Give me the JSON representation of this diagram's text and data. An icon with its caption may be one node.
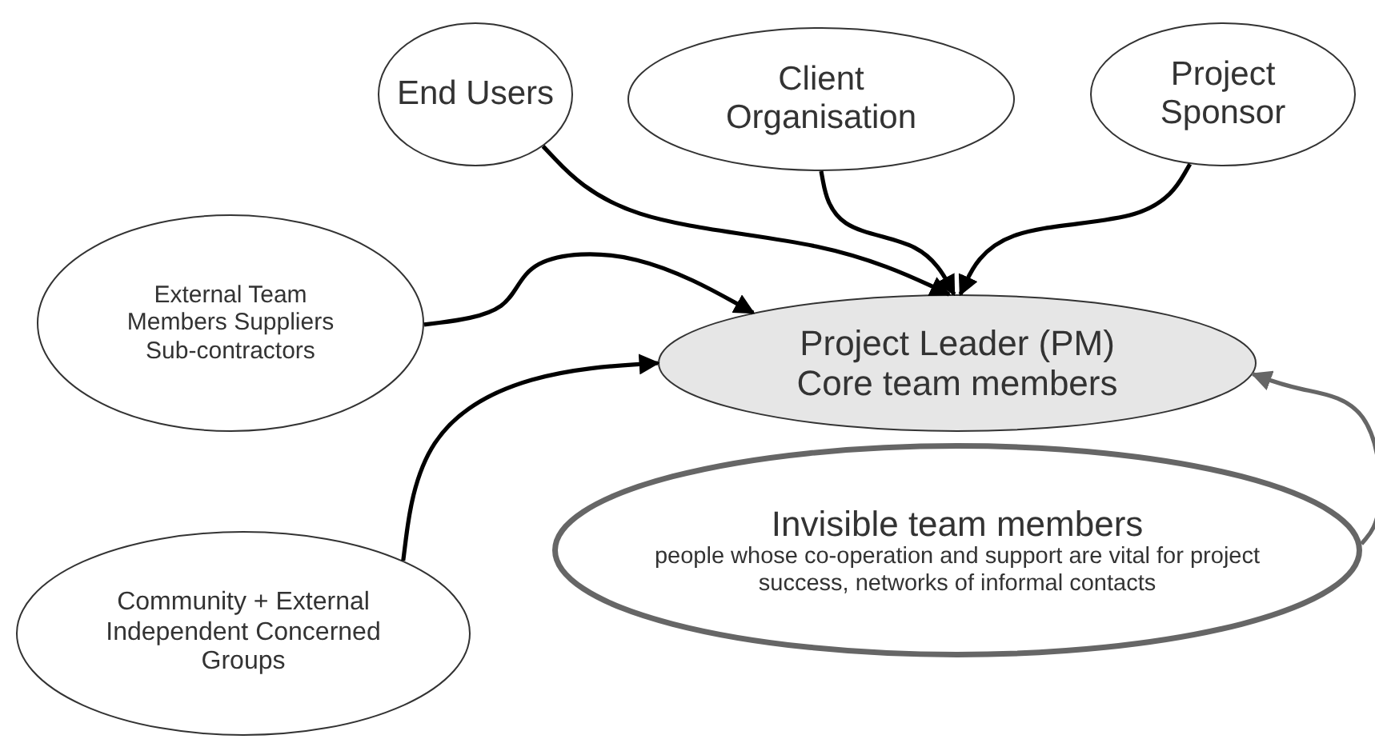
{
  "diagram": {
    "nodes": [
      {
        "text": [
          "End Users"
        ]
      },
      {
        "text": [
          "Client Organisation"
        ]
      },
      {
        "text": [
          "Project Sponsor"
        ]
      },
      {
        "text": [
          "External Team Members Suppliers Sub-contractors"
        ]
      },
      {
        "text": [
          "Project Leader (PM) Core team members"
        ]
      },
      {
        "text": [
          "Invisible team members",
          "people whose co-operation and support are vital for project success, networks of informal contacts"
        ]
      },
      {
        "text": [
          "Community + External Independent Concerned Groups"
        ]
      }
    ],
    "edges": [
      {
        "from": 0,
        "to": 4,
        "arrow": "to"
      },
      {
        "from": 1,
        "to": 4,
        "arrow": "to"
      },
      {
        "from": 2,
        "to": 4,
        "arrow": "to"
      },
      {
        "from": 3,
        "to": 4,
        "arrow": "to"
      },
      {
        "from": 6,
        "to": 4,
        "arrow": "to"
      },
      {
        "from": 5,
        "to": 4,
        "arrow": "to",
        "color": "#666666"
      }
    ]
  }
}
